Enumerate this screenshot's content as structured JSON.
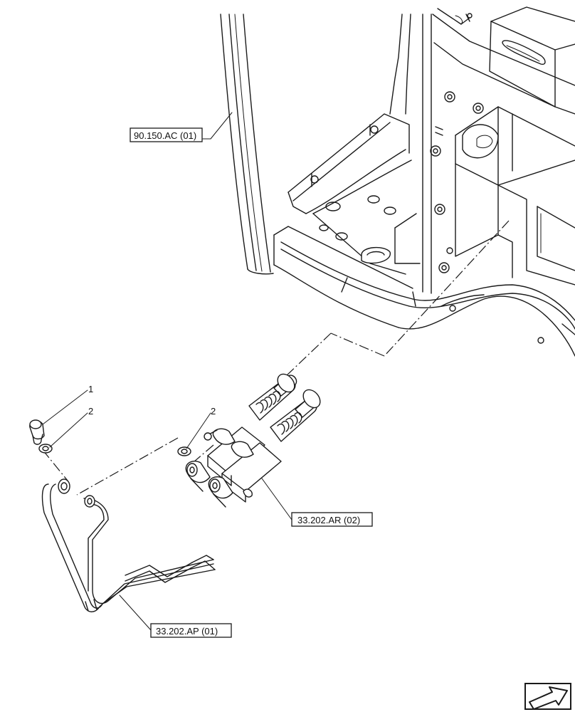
{
  "references": {
    "cab_ref": "90.150.AC (01)",
    "valve_ref": "33.202.AR (02)",
    "pipe_ref": "33.202.AP (01)"
  },
  "item_numbers": {
    "bolt": "1",
    "washer_left": "2",
    "washer_right": "2"
  },
  "icons": {
    "navigation": "next-page-arrow-icon"
  }
}
